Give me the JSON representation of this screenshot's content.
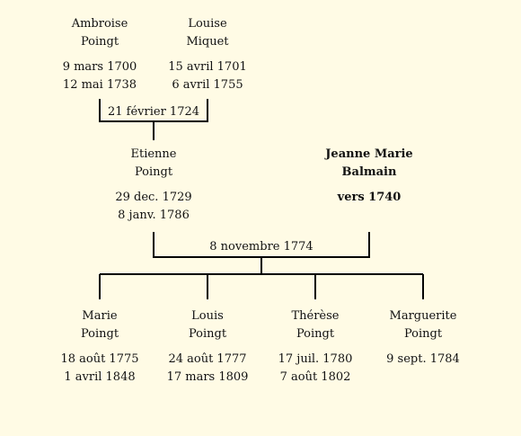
{
  "people": {
    "ambroise": {
      "first": "Ambroise",
      "last": "Poingt",
      "birth": "9 mars 1700",
      "death": "12 mai 1738"
    },
    "louise": {
      "first": "Louise",
      "last": "Miquet",
      "birth": "15 avril 1701",
      "death": "6 avril 1755"
    },
    "etienne": {
      "first": "Etienne",
      "last": "Poingt",
      "birth": "29 dec. 1729",
      "death": "8 janv. 1786"
    },
    "jeanne": {
      "first": "Jeanne Marie",
      "last": "Balmain",
      "birth": "vers 1740",
      "death": ""
    },
    "marie": {
      "first": "Marie",
      "last": "Poingt",
      "birth": "18 août 1775",
      "death": "1 avril 1848"
    },
    "louis": {
      "first": "Louis",
      "last": "Poingt",
      "birth": "24 août 1777",
      "death": "17 mars 1809"
    },
    "therese": {
      "first": "Thérèse",
      "last": "Poingt",
      "birth": "17 juil. 1780",
      "death": "7 août 1802"
    },
    "marguerite": {
      "first": "Marguerite",
      "last": "Poingt",
      "birth": "9 sept. 1784",
      "death": ""
    }
  },
  "marriages": {
    "m1": "21 février 1724",
    "m2": "8 novembre 1774"
  },
  "colors": {
    "background": "#fffbe5",
    "line": "#000000",
    "text": "#111111"
  }
}
